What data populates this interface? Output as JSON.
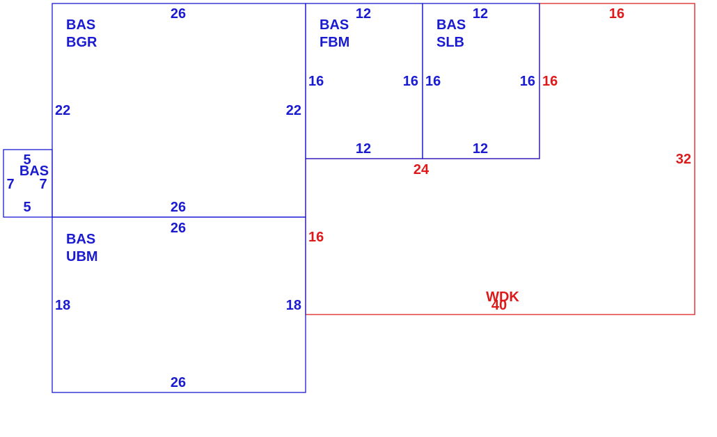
{
  "colors": {
    "bas": "#1a1ad0",
    "wdk": "#dd1a1a"
  },
  "rooms": {
    "bas_small": {
      "label": "BAS",
      "top": "5",
      "bottom": "5",
      "left": "7",
      "right": "7"
    },
    "bas_bgr": {
      "line1": "BAS",
      "line2": "BGR",
      "top": "26",
      "bottom": "26",
      "left": "22",
      "right": "22"
    },
    "bas_fbm": {
      "line1": "BAS",
      "line2": "FBM",
      "top": "12",
      "bottom": "12",
      "left": "16",
      "right": "16"
    },
    "bas_slb": {
      "line1": "BAS",
      "line2": "SLB",
      "top": "12",
      "bottom": "12",
      "left": "16",
      "right": "16"
    },
    "bas_ubm": {
      "line1": "BAS",
      "line2": "UBM",
      "top": "26",
      "bottom": "26",
      "left": "18",
      "right": "18"
    },
    "wdk": {
      "label": "WDK",
      "top": "16",
      "upper_left": "16",
      "step": "24",
      "lower_left": "16",
      "right": "32",
      "bottom": "40"
    }
  }
}
